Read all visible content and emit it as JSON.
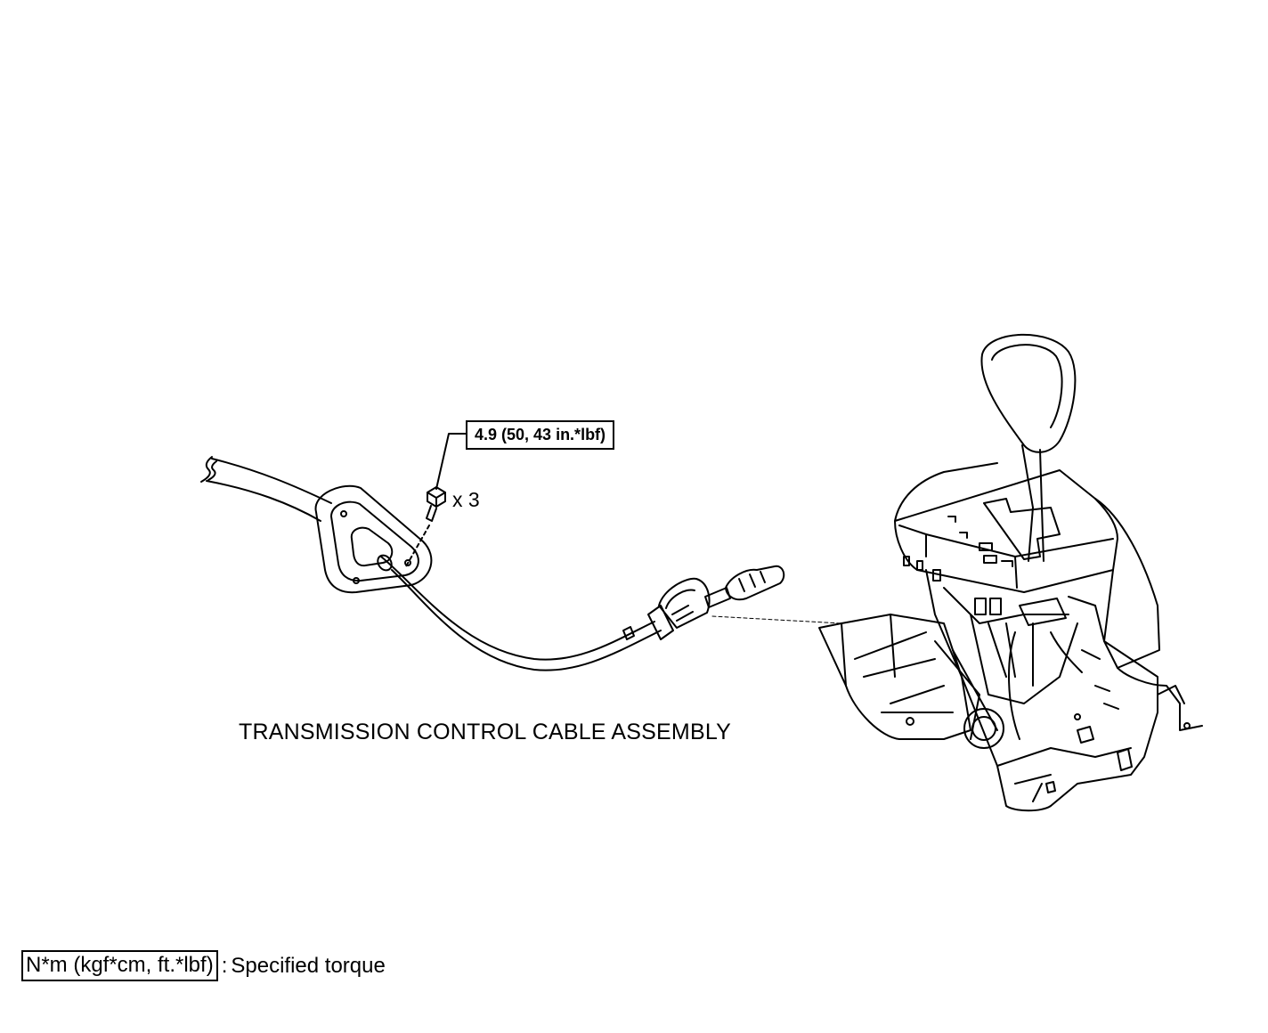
{
  "torque_spec": "4.9 (50, 43 in.*lbf)",
  "bolt_quantity": "x 3",
  "part_label": "TRANSMISSION CONTROL CABLE ASSEMBLY",
  "legend": {
    "unit_box": "N*m (kgf*cm, ft.*lbf)",
    "separator": ":",
    "description": "Specified torque"
  }
}
